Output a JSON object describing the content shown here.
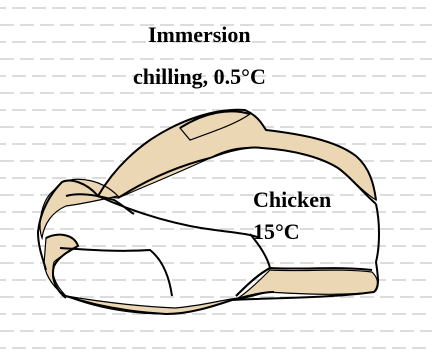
{
  "labels": {
    "medium_line1": "Immersion",
    "medium_line2": "chilling, 0.5°C",
    "chicken_line1": "Chicken",
    "chicken_line2": "15°C"
  },
  "colors": {
    "background": "#ffffff",
    "dash_lines": "#c8c8c8",
    "chicken_skin": "#ecd7b4",
    "outline": "#000000"
  }
}
